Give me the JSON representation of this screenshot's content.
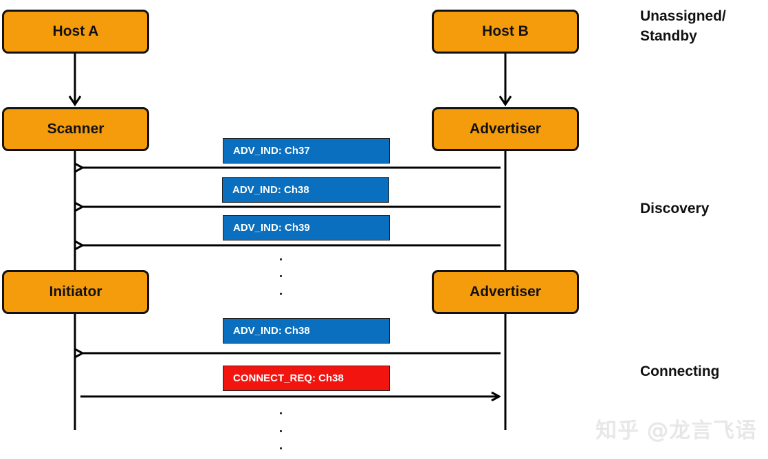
{
  "host_a": {
    "label": "Host A"
  },
  "host_b": {
    "label": "Host B"
  },
  "scanner": {
    "label": "Scanner"
  },
  "advertiser_1": {
    "label": "Advertiser"
  },
  "initiator": {
    "label": "Initiator"
  },
  "advertiser_2": {
    "label": "Advertiser"
  },
  "messages": [
    {
      "label": "ADV_IND: Ch37",
      "color": "#0a6fbe",
      "direction": "B-to-A"
    },
    {
      "label": "ADV_IND: Ch38",
      "color": "#0a6fbe",
      "direction": "B-to-A"
    },
    {
      "label": "ADV_IND: Ch39",
      "color": "#0a6fbe",
      "direction": "B-to-A"
    },
    {
      "label": "ADV_IND: Ch38",
      "color": "#0a6fbe",
      "direction": "B-to-A"
    },
    {
      "label": "CONNECT_REQ: Ch38",
      "color": "#f2140f",
      "direction": "A-to-B"
    }
  ],
  "phases": {
    "standby_line1": "Unassigned/",
    "standby_line2": "Standby",
    "discovery": "Discovery",
    "connecting": "Connecting"
  },
  "watermark": "知乎 @龙言飞语",
  "colors": {
    "state_box": "#f59c0c",
    "adv_msg": "#0a6fbe",
    "connect_msg": "#f2140f"
  }
}
